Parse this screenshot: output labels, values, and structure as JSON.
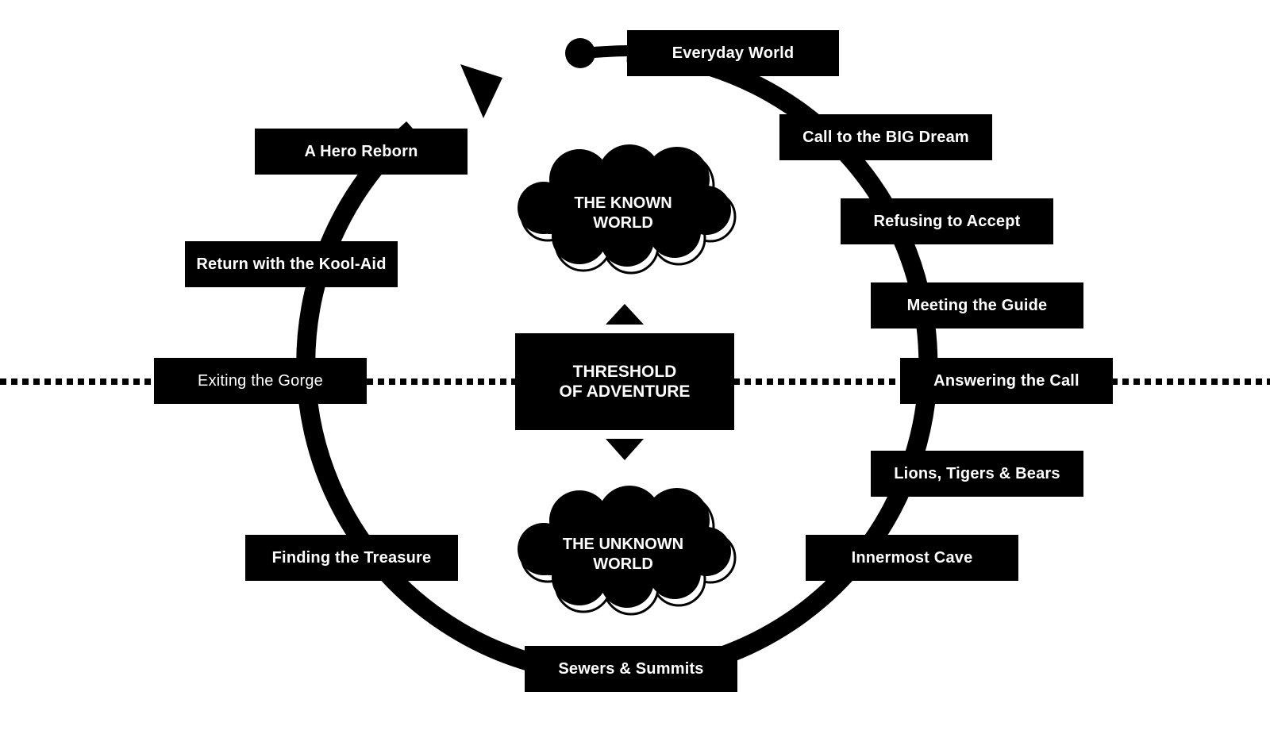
{
  "stages": {
    "everyday_world": "Everyday World",
    "call_big_dream": "Call to the BIG Dream",
    "refusing_accept": "Refusing to Accept",
    "meeting_guide": "Meeting the Guide",
    "answering_call": "Answering the Call",
    "lions_tigers_bears": "Lions, Tigers & Bears",
    "innermost_cave": "Innermost Cave",
    "sewers_summits": "Sewers & Summits",
    "finding_treasure": "Finding the Treasure",
    "exiting_gorge": "Exiting the Gorge",
    "return_kool_aid": "Return with the Kool-Aid",
    "hero_reborn": "A Hero Reborn"
  },
  "center": {
    "threshold_line1": "THRESHOLD",
    "threshold_line2": "OF ADVENTURE",
    "known_line1": "THE KNOWN",
    "known_line2": "WORLD",
    "unknown_line1": "THE UNKNOWN",
    "unknown_line2": "WORLD"
  },
  "colors": {
    "foreground": "#000000",
    "background": "#ffffff",
    "text_on_dark": "#ffffff"
  },
  "icons": [
    "start-dot-icon",
    "arrow-head-icon",
    "triangle-up-icon",
    "triangle-down-icon",
    "cloud-icon"
  ]
}
